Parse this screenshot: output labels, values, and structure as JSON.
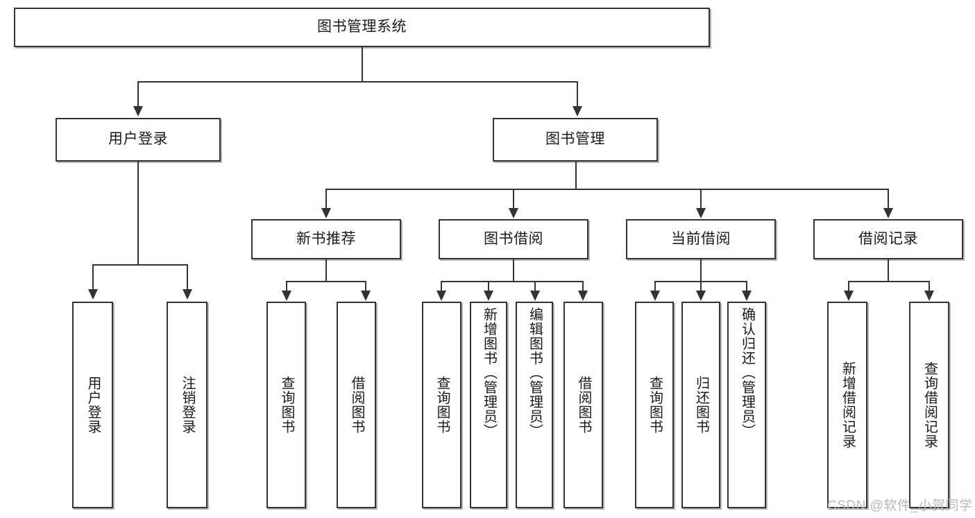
{
  "diagram": {
    "type": "tree-hierarchy-diagram",
    "title": "图书管理系统",
    "root": {
      "id": "root",
      "label": "图书管理系统",
      "level": 1
    },
    "level2": [
      {
        "id": "user-login",
        "label": "用户登录"
      },
      {
        "id": "book-management",
        "label": "图书管理"
      }
    ],
    "level3": [
      {
        "id": "new-book-recommend",
        "label": "新书推荐",
        "parent": "book-management"
      },
      {
        "id": "book-borrow",
        "label": "图书借阅",
        "parent": "book-management"
      },
      {
        "id": "current-borrow",
        "label": "当前借阅",
        "parent": "book-management"
      },
      {
        "id": "borrow-record",
        "label": "借阅记录",
        "parent": "book-management"
      }
    ],
    "leaves": {
      "user-login": [
        {
          "id": "leaf-user-login",
          "label": "用户登录"
        },
        {
          "id": "leaf-logout",
          "label": "注销登录"
        }
      ],
      "new-book-recommend": [
        {
          "id": "leaf-query-book-1",
          "label": "查询图书"
        },
        {
          "id": "leaf-borrow-book-1",
          "label": "借阅图书"
        }
      ],
      "book-borrow": [
        {
          "id": "leaf-query-book-2",
          "label": "查询图书"
        },
        {
          "id": "leaf-add-book",
          "label": "新增图书（管理员）"
        },
        {
          "id": "leaf-edit-book",
          "label": "编辑图书（管理员）"
        },
        {
          "id": "leaf-borrow-book-2",
          "label": "借阅图书"
        }
      ],
      "current-borrow": [
        {
          "id": "leaf-query-book-3",
          "label": "查询图书"
        },
        {
          "id": "leaf-return-book",
          "label": "归还图书"
        },
        {
          "id": "leaf-confirm-return",
          "label": "确认归还（管理员）"
        }
      ],
      "borrow-record": [
        {
          "id": "leaf-add-record",
          "label": "新增借阅记录"
        },
        {
          "id": "leaf-query-record",
          "label": "查询借阅记录"
        }
      ]
    }
  },
  "watermark": {
    "text": "CSDN @软件_小贺同学"
  },
  "colors": {
    "stroke": "#333333",
    "text": "#1a1a1a",
    "background": "#ffffff",
    "watermark": "#b9b9b9"
  }
}
